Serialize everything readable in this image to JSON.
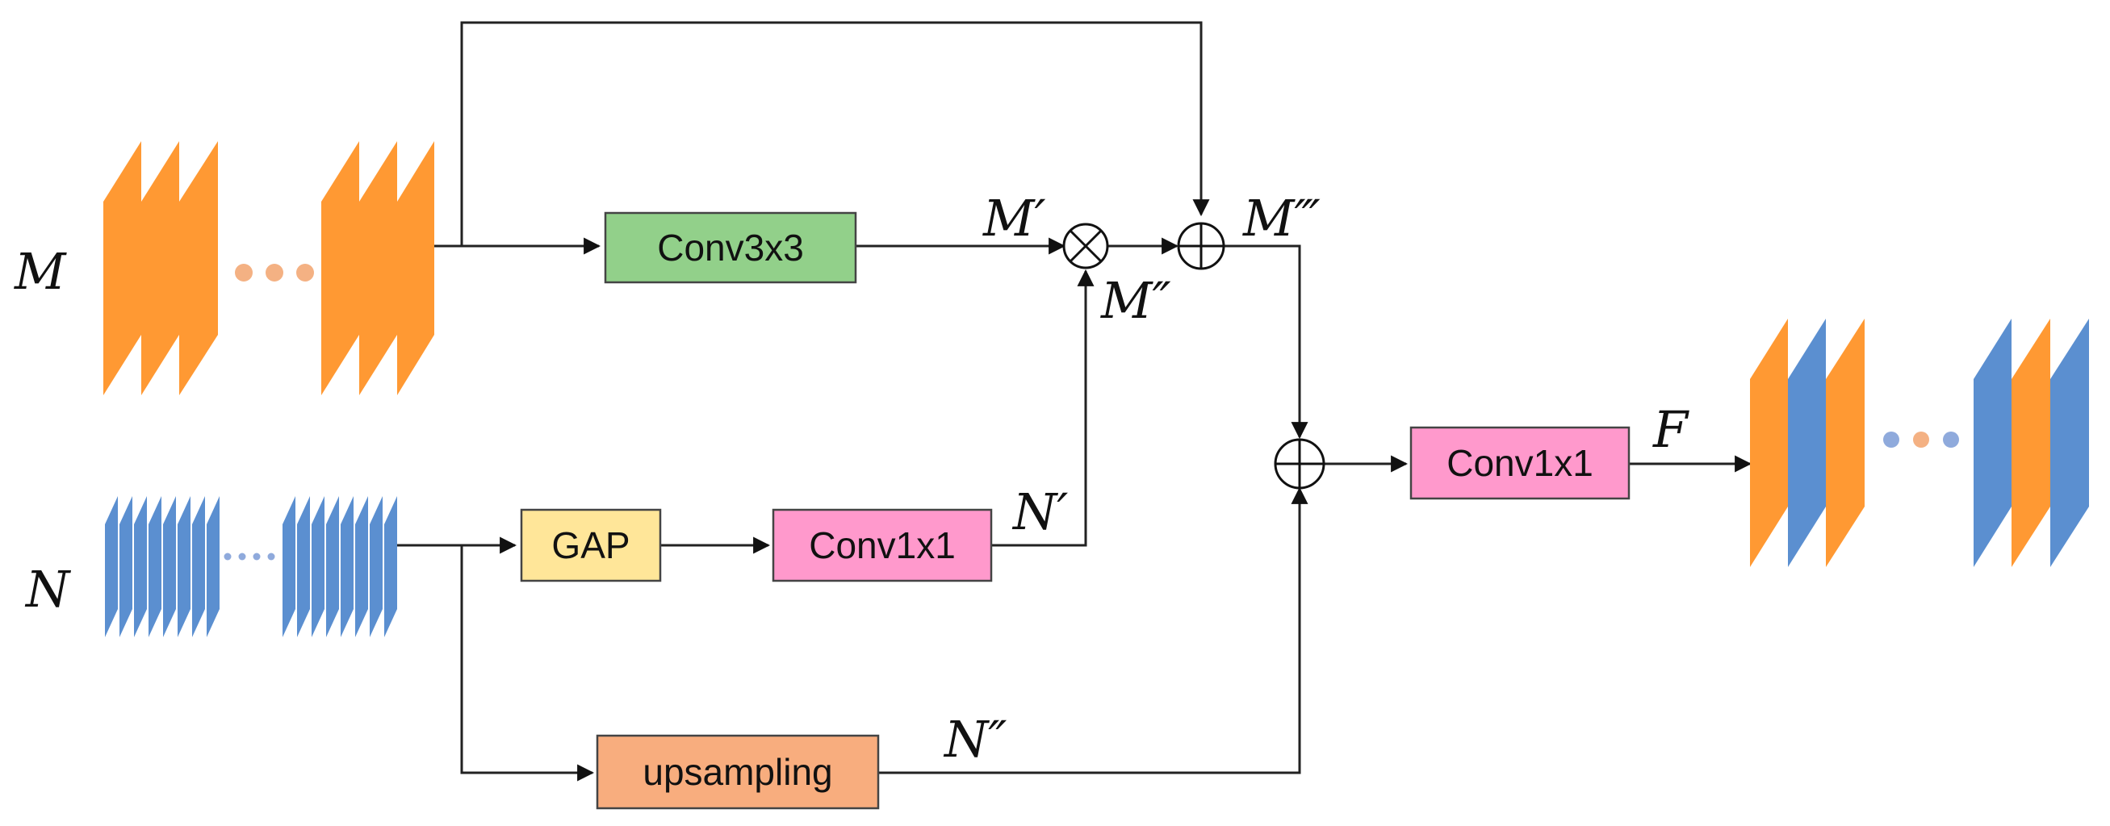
{
  "inputs": {
    "m_label": "M",
    "n_label": "N"
  },
  "blocks": {
    "conv3x3": "Conv3x3",
    "gap": "GAP",
    "conv1x1_n": "Conv1x1",
    "upsampling": "upsampling",
    "conv1x1_out": "Conv1x1"
  },
  "features": {
    "m_prime": "M′",
    "m_double_prime": "M″",
    "m_triple_prime": "M‴",
    "n_prime": "N′",
    "n_double_prime": "N″",
    "f_label": "F"
  },
  "colors": {
    "orange_feature": "#FF9933",
    "blue_feature": "#5B8FD0",
    "conv3x3_fill": "#92D08A",
    "gap_fill": "#FFE699",
    "conv1x1_fill": "#FF99CC",
    "upsampling_fill": "#F8AD7E",
    "orange_dot": "#F4B183",
    "blue_dot": "#8FAADC"
  },
  "operators": {
    "multiply": "multiply-operator",
    "add": "add-operator"
  }
}
